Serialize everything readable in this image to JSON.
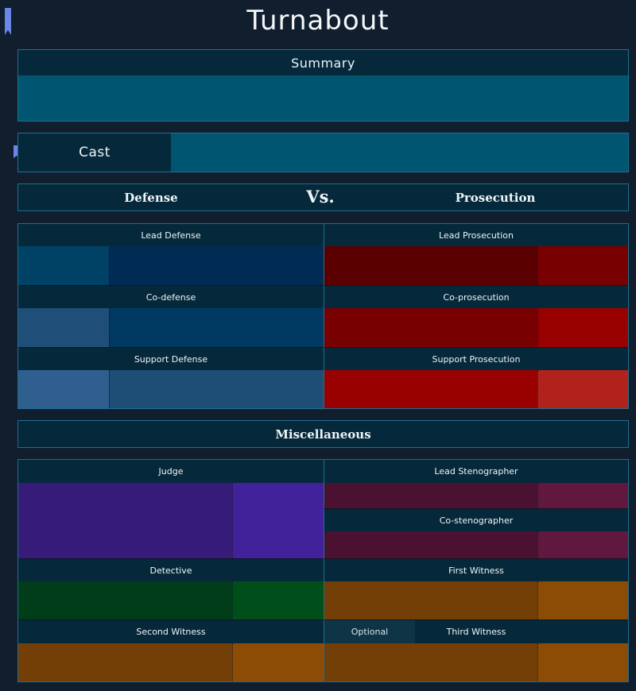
{
  "page": {
    "title": "Turnabout"
  },
  "summary": {
    "title": "Summary"
  },
  "cast": {
    "title": "Cast"
  },
  "versus": {
    "left": "Defense",
    "middle": "Vs.",
    "right": "Prosecution"
  },
  "defense_roles": [
    "Lead Defense",
    "Co-defense",
    "Support Defense"
  ],
  "prosecution_roles": [
    "Lead Prosecution",
    "Co-prosecution",
    "Support Prosecution"
  ],
  "misc": {
    "title": "Miscellaneous",
    "judge": "Judge",
    "lead_stenographer": "Lead Stenographer",
    "co_stenographer": "Co-stenographer",
    "detective": "Detective",
    "first_witness": "First Witness",
    "second_witness": "Second Witness",
    "optional": "Optional",
    "third_witness": "Third Witness"
  },
  "colors": {
    "background": "#101e2e",
    "header": "#05293a",
    "summary_body": "#005670",
    "cast_body": "#005670",
    "bookmark": "#6a86e8"
  }
}
